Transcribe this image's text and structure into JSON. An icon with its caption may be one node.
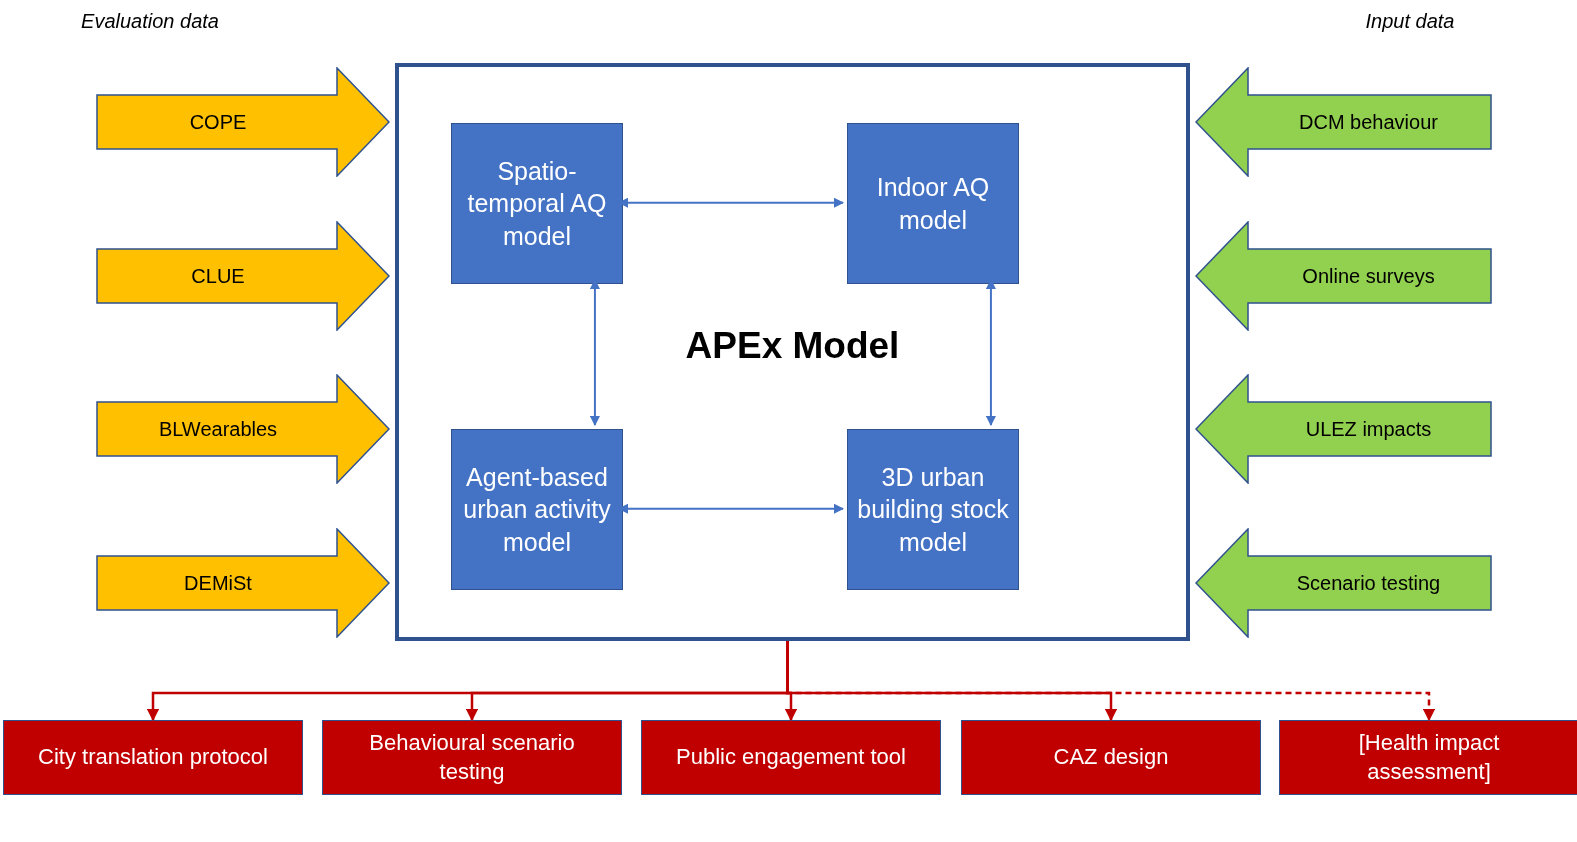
{
  "diagram": {
    "nodes": [
      {
        "text": [
          "APEx Model"
        ]
      },
      {
        "text": [
          "Spatio-temporal AQ model"
        ],
        "in": 0
      },
      {
        "text": [
          "Indoor AQ model"
        ],
        "in": 0
      },
      {
        "text": [
          "Agent-based urban activity model"
        ],
        "in": 0
      },
      {
        "text": [
          "3D urban building stock model"
        ],
        "in": 0
      },
      {
        "text": [
          "COPE"
        ]
      },
      {
        "text": [
          "CLUE"
        ]
      },
      {
        "text": [
          "BLWearables"
        ]
      },
      {
        "text": [
          "DEMiSt"
        ]
      },
      {
        "text": [
          "DCM behaviour"
        ]
      },
      {
        "text": [
          "Online surveys"
        ]
      },
      {
        "text": [
          "ULEZ impacts"
        ]
      },
      {
        "text": [
          "Scenario testing"
        ]
      },
      {
        "text": [
          "City translation protocol"
        ]
      },
      {
        "text": [
          "Behavioural scenario testing"
        ]
      },
      {
        "text": [
          "Public engagement tool"
        ]
      },
      {
        "text": [
          "CAZ design"
        ]
      },
      {
        "text": [
          "[Health impact assessment]"
        ]
      }
    ],
    "edges": [
      {
        "from": 1,
        "to": 2,
        "arrow": "both",
        "color": "#4472c4"
      },
      {
        "from": 1,
        "to": 3,
        "arrow": "both",
        "color": "#4472c4"
      },
      {
        "from": 2,
        "to": 4,
        "arrow": "both",
        "color": "#4472c4"
      },
      {
        "from": 3,
        "to": 4,
        "arrow": "both",
        "color": "#4472c4"
      },
      {
        "from": 0,
        "to": 13,
        "arrow": "to",
        "color": "#c00000"
      },
      {
        "from": 0,
        "to": 14,
        "arrow": "to",
        "color": "#c00000"
      },
      {
        "from": 0,
        "to": 15,
        "arrow": "to",
        "color": "#c00000"
      },
      {
        "from": 0,
        "to": 16,
        "arrow": "to",
        "color": "#c00000"
      },
      {
        "from": 0,
        "to": 17,
        "arrow": "to",
        "style": "dashed",
        "color": "#c00000"
      }
    ],
    "labels": [
      "Evaluation data",
      "Input data"
    ]
  }
}
